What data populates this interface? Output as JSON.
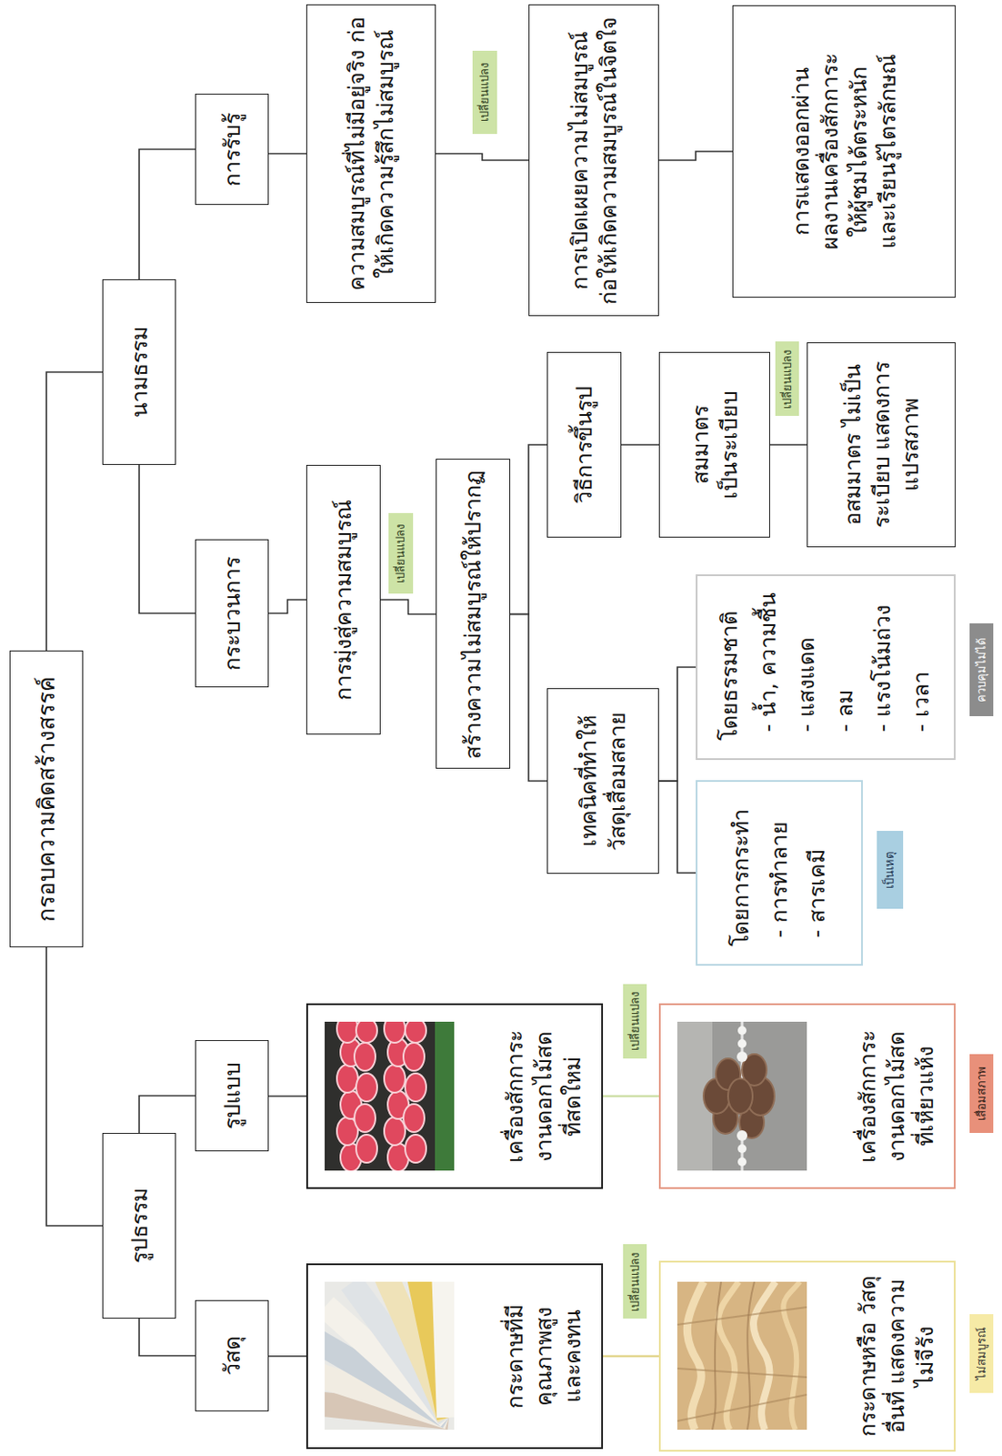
{
  "diagram": {
    "nodes": [
      {
        "text": [
          "กรอบความคิดสร้างสรรค์"
        ]
      },
      {
        "text": [
          "รูปธรรม"
        ]
      },
      {
        "text": [
          "นามธรรม"
        ]
      },
      {
        "text": [
          "วัสดุ"
        ]
      },
      {
        "text": [
          "รูปแบบ"
        ]
      },
      {
        "text": [
          "กระบวนการ"
        ]
      },
      {
        "text": [
          "การรับรู้"
        ]
      },
      {
        "text": [
          "กระดาษที่มี คุณภาพสูง และคงทน"
        ]
      },
      {
        "text": [
          "กระดาษหรือ วัสดุอื่นที่ แสดงความไม่จีรัง"
        ]
      },
      {
        "text": [
          "เครื่องสักการะ งานดอกไม้สด ที่สดใหม่"
        ]
      },
      {
        "text": [
          "เครื่องสักการะ งานดอกไม้สด ที่เหี่ยวแห้ง"
        ]
      },
      {
        "text": [
          "การมุ่งสู่ความสมบูรณ์"
        ]
      },
      {
        "text": [
          "สร้างความไม่สมบูรณ์ให้ปรากฏ"
        ]
      },
      {
        "text": [
          "เทคนิคที่ทำให้ วัสดุเสื่อมสลาย"
        ]
      },
      {
        "text": [
          "วิธีการขึ้นรูป"
        ]
      },
      {
        "text": [
          "โดยการกระทำ",
          "- การทำลาย",
          "- สารเคมี"
        ]
      },
      {
        "text": [
          "โดยธรรมชาติ",
          "- น้ำ, ความชื้น",
          "- แสงแดด",
          "- ลม",
          "- แรงโน้มถ่วง",
          "- เวลา"
        ]
      },
      {
        "text": [
          "สมมาตร เป็นระเบียบ"
        ]
      },
      {
        "text": [
          "อสมมาตร ไม่เป็นระเบียบ แสดงการแปรสภาพ"
        ]
      },
      {
        "text": [
          "ความสมบูรณ์ที่ไม่มีอยู่จริง ก่อให้เกิดความรู้สึกไม่สมบูรณ์"
        ]
      },
      {
        "text": [
          "การเปิดเผยความไม่สมบูรณ์ ก่อให้เกิดความสมบูรณ์ในจิตใจ"
        ]
      },
      {
        "text": [
          "การแสดงออกผ่าน ผลงานเครื่องสักการะ ให้ผู้ชมได้ตระหนัก และเรียนรู้ไตรลักษณ์"
        ]
      },
      {
        "text": [
          "เปลี่ยนแปลง"
        ]
      },
      {
        "text": [
          "เปลี่ยนแปลง"
        ]
      },
      {
        "text": [
          "เปลี่ยนแปลง"
        ]
      },
      {
        "text": [
          "เปลี่ยนแปลง"
        ]
      },
      {
        "text": [
          "เปลี่ยนแปลง"
        ]
      },
      {
        "text": [
          "ไม่สมบูรณ์"
        ]
      },
      {
        "text": [
          "เสื่อมสภาพ"
        ]
      },
      {
        "text": [
          "เป็นเหตุ"
        ]
      },
      {
        "text": [
          "ควบคุมไม่ได้"
        ]
      }
    ],
    "edges": [
      {
        "from": 0,
        "to": 1,
        "arrow": "none"
      },
      {
        "from": 0,
        "to": 2,
        "arrow": "none"
      },
      {
        "from": 1,
        "to": 3,
        "arrow": "none"
      },
      {
        "from": 1,
        "to": 4,
        "arrow": "none"
      },
      {
        "from": 2,
        "to": 5,
        "arrow": "none"
      },
      {
        "from": 2,
        "to": 6,
        "arrow": "none"
      },
      {
        "from": 3,
        "to": 7,
        "arrow": "none"
      },
      {
        "from": 7,
        "to": 8,
        "arrow": "none"
      },
      {
        "from": 4,
        "to": 9,
        "arrow": "none"
      },
      {
        "from": 9,
        "to": 10,
        "arrow": "none"
      },
      {
        "from": 5,
        "to": 11,
        "arrow": "none"
      },
      {
        "from": 11,
        "to": 12,
        "arrow": "none"
      },
      {
        "from": 12,
        "to": 13,
        "arrow": "none"
      },
      {
        "from": 12,
        "to": 14,
        "arrow": "none"
      },
      {
        "from": 13,
        "to": 15,
        "arrow": "none"
      },
      {
        "from": 13,
        "to": 16,
        "arrow": "none"
      },
      {
        "from": 14,
        "to": 17,
        "arrow": "none"
      },
      {
        "from": 17,
        "to": 18,
        "arrow": "none"
      },
      {
        "from": 6,
        "to": 19,
        "arrow": "none"
      },
      {
        "from": 19,
        "to": 20,
        "arrow": "none"
      },
      {
        "from": 20,
        "to": 21,
        "arrow": "none"
      }
    ]
  }
}
